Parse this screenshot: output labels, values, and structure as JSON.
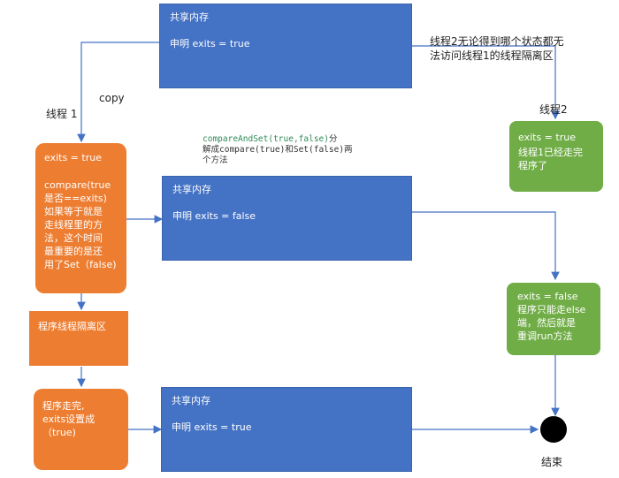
{
  "shared_top": {
    "title": "共享内存",
    "line": "申明 exits = true"
  },
  "shared_mid": {
    "title": "共享内存",
    "line": "申明 exits = false"
  },
  "shared_bottom": {
    "title": "共享内存",
    "line": "申明 exits = true"
  },
  "thread1_label": "线程 1",
  "copy_label": "copy",
  "thread2_label": "线程2",
  "thread2_note": "线程2无论得到哪个状态都无\n法访问线程1的线程隔离区",
  "cas_note_code": "compareAndSet(true,false)",
  "cas_note_tail": "分",
  "cas_note_rest": "解成compare(true)和Set(false)两\n个方法",
  "orange_main": {
    "line1": "exits  = true",
    "line2": "compare(true\n是否==exits)\n如果等于就是\n走线程里的方\n法，这个时间\n最重要的是还\n用了Set（false)"
  },
  "isolation_box": "程序线程隔离区",
  "orange_end": "程序走完,\nexits设置成\n（true)",
  "green_top": {
    "line1": "exits  = true",
    "line2": "线程1已经走完\n程序了"
  },
  "green_mid": "exits  = false\n程序只能走else\n端，然后就是\n重调run方法",
  "end_label": "结束",
  "colors": {
    "blue": "#4472c4",
    "orange": "#ed7d31",
    "green": "#70ad47",
    "edge": "#4472c4"
  }
}
